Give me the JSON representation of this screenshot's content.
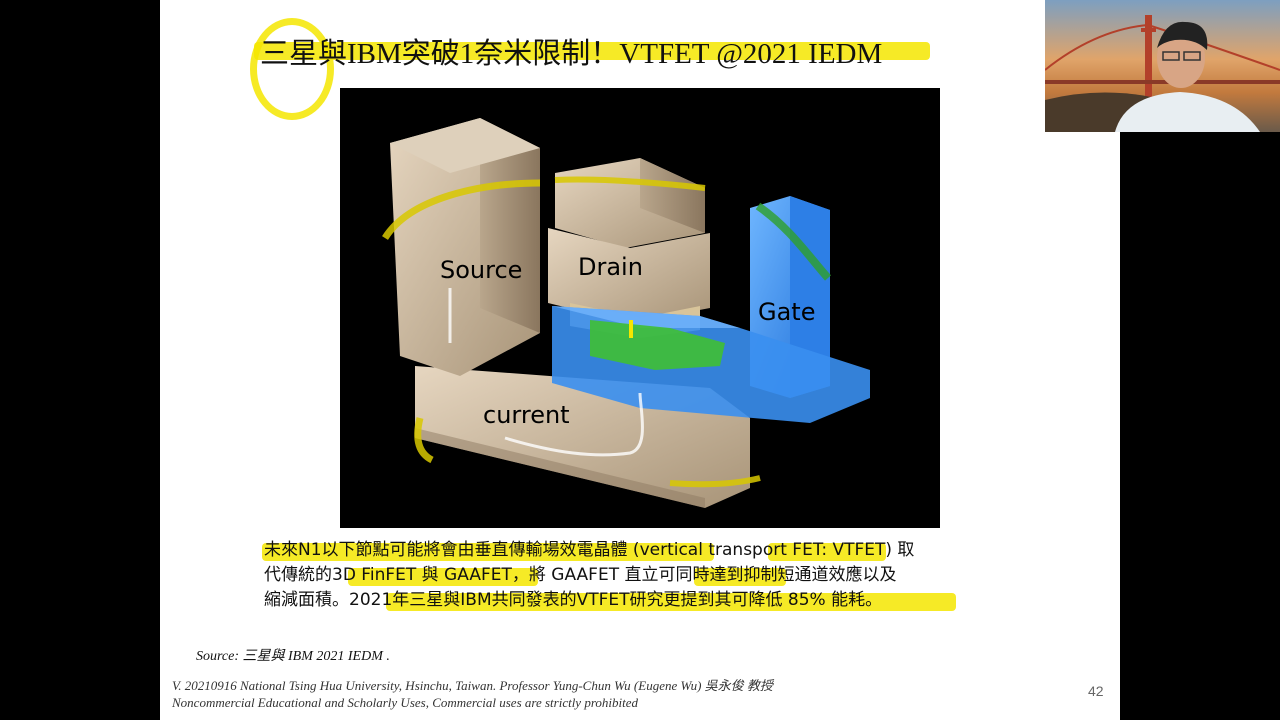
{
  "slide": {
    "title": "三星與IBM突破1奈米限制！VTFET @2021 IEDM",
    "diagram": {
      "labels": {
        "source": "Source",
        "drain": "Drain",
        "gate": "Gate",
        "current": "current"
      }
    },
    "body": {
      "line1": "未來N1以下節點可能將會由垂直傳輸場效電晶體 (vertical transport FET: VTFET) 取",
      "line2": "代傳統的3D FinFET 與 GAAFET，將 GAAFET 直立可同時達到抑制短通道效應以及",
      "line3": "縮減面積。2021年三星與IBM共同發表的VTFET研究更提到其可降低 85% 能耗。"
    },
    "source": "Source: 三星與 IBM  2021 IEDM .",
    "footer": {
      "line1": "V. 20210916 National Tsing Hua University, Hsinchu, Taiwan. Professor Yung-Chun Wu (Eugene Wu) 吳永俊 教授",
      "line2": "Noncommercial Educational and Scholarly Uses, Commercial uses are strictly prohibited"
    },
    "page_number": "42"
  },
  "colors": {
    "highlight": "#f5e600",
    "gate_blue": "#3a8ff0",
    "metal_tan": "#c9b8a0",
    "background": "#000000"
  }
}
